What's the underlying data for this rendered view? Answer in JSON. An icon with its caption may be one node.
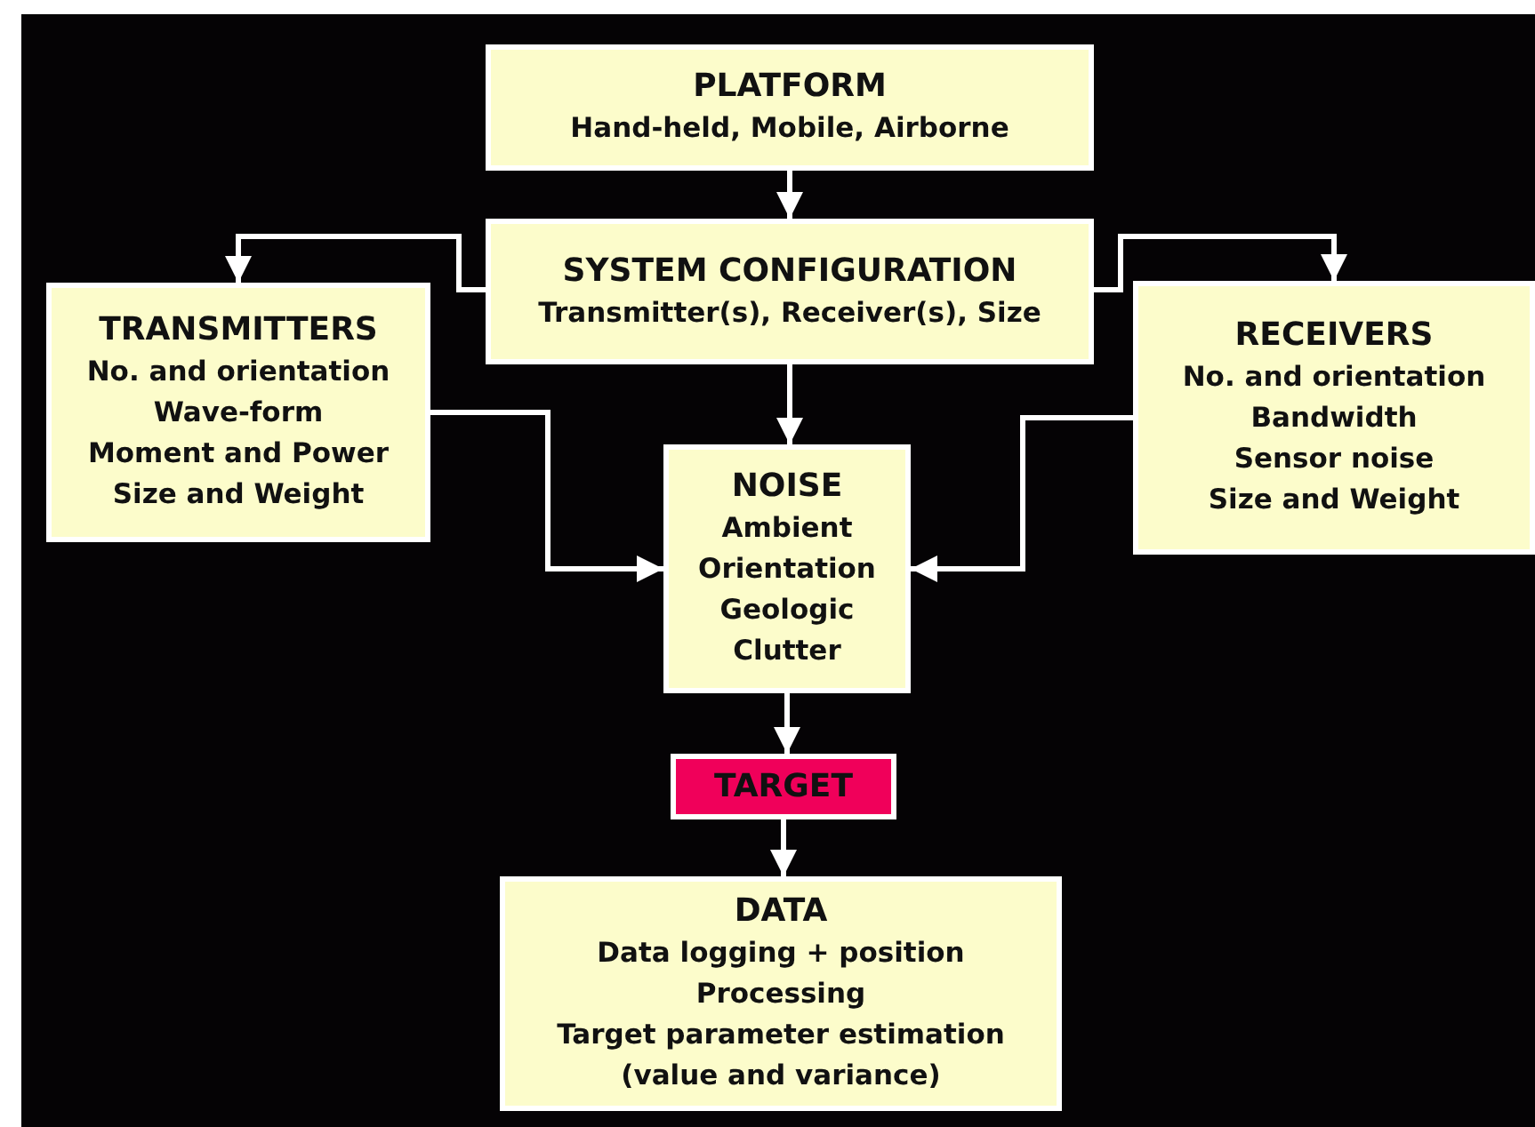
{
  "diagram": {
    "nodes": [
      {
        "text": [
          "PLATFORM",
          "Hand-held, Mobile, Airborne"
        ]
      },
      {
        "text": [
          "SYSTEM CONFIGURATION",
          "Transmitter(s), Receiver(s), Size"
        ]
      },
      {
        "text": [
          "TRANSMITTERS",
          "No. and orientation",
          "Wave-form",
          "Moment and Power",
          "Size and Weight"
        ]
      },
      {
        "text": [
          "RECEIVERS",
          "No. and orientation",
          "Bandwidth",
          "Sensor noise",
          "Size and Weight"
        ]
      },
      {
        "text": [
          "NOISE",
          "Ambient",
          "Orientation",
          "Geologic",
          "Clutter"
        ]
      },
      {
        "text": [
          "TARGET"
        ]
      },
      {
        "text": [
          "DATA",
          "Data logging + position",
          "Processing",
          "Target parameter estimation",
          "(value and variance)"
        ]
      }
    ],
    "edges": [
      {
        "from": 0,
        "to": 1,
        "arrow": "to"
      },
      {
        "from": 1,
        "to": 2,
        "arrow": "to"
      },
      {
        "from": 1,
        "to": 3,
        "arrow": "to"
      },
      {
        "from": 1,
        "to": 4,
        "arrow": "to"
      },
      {
        "from": 2,
        "to": 4,
        "arrow": "to"
      },
      {
        "from": 3,
        "to": 4,
        "arrow": "to"
      },
      {
        "from": 4,
        "to": 5,
        "arrow": "to"
      },
      {
        "from": 5,
        "to": 6,
        "arrow": "to"
      }
    ]
  }
}
